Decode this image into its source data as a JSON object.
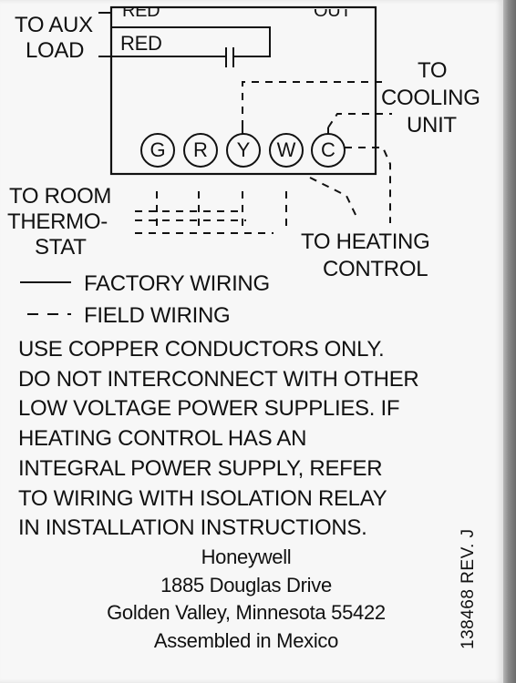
{
  "diagram": {
    "to_aux_load": [
      "TO AUX",
      "LOAD"
    ],
    "wire_top": "RED",
    "wire_red": "RED",
    "top_right_partial": "OUT",
    "terminals": [
      "G",
      "R",
      "Y",
      "W",
      "C"
    ],
    "to_cooling_unit": [
      "TO",
      "COOLING",
      "UNIT"
    ],
    "to_room_thermostat": [
      "TO ROOM",
      "THERMO-",
      "STAT"
    ],
    "to_heating_control": [
      "TO HEATING",
      "CONTROL"
    ]
  },
  "legend": {
    "factory_wiring": "FACTORY WIRING",
    "field_wiring": "FIELD WIRING"
  },
  "notice_lines": [
    "USE COPPER CONDUCTORS ONLY.",
    "DO NOT INTERCONNECT WITH OTHER",
    "LOW VOLTAGE POWER SUPPLIES. IF",
    "HEATING CONTROL HAS AN",
    "INTEGRAL POWER SUPPLY, REFER",
    "TO WIRING WITH ISOLATION RELAY",
    "IN INSTALLATION INSTRUCTIONS."
  ],
  "manufacturer": {
    "name": "Honeywell",
    "street": "1885 Douglas Drive",
    "city": "Golden Valley, Minnesota 55422",
    "assembled": "Assembled in Mexico"
  },
  "revision": "138468  REV. J"
}
